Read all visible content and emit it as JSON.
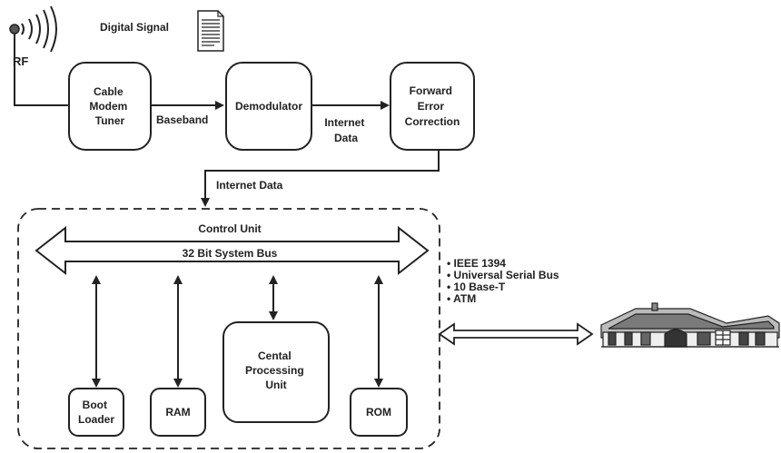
{
  "title": "Digital Signal",
  "rf_label": "RF",
  "tuner": [
    "Cable",
    "Modem",
    "Tuner"
  ],
  "baseband": "Baseband",
  "demodulator": "Demodulator",
  "internet_data_1": [
    "Internet",
    "Data"
  ],
  "fec": [
    "Forward",
    "Error",
    "Correction"
  ],
  "internet_data_2": "Internet Data",
  "control_unit": "Control Unit",
  "system_bus": "32 Bit System Bus",
  "boot_loader": [
    "Boot",
    "Loader"
  ],
  "ram": "RAM",
  "cpu": [
    "Cental",
    "Processing",
    "Unit"
  ],
  "rom": "ROM",
  "interfaces": [
    "• IEEE 1394",
    "• Universal Serial Bus",
    "• 10 Base-T",
    "• ATM"
  ],
  "icons": [
    "antenna-icon",
    "document-icon",
    "house-icon"
  ]
}
